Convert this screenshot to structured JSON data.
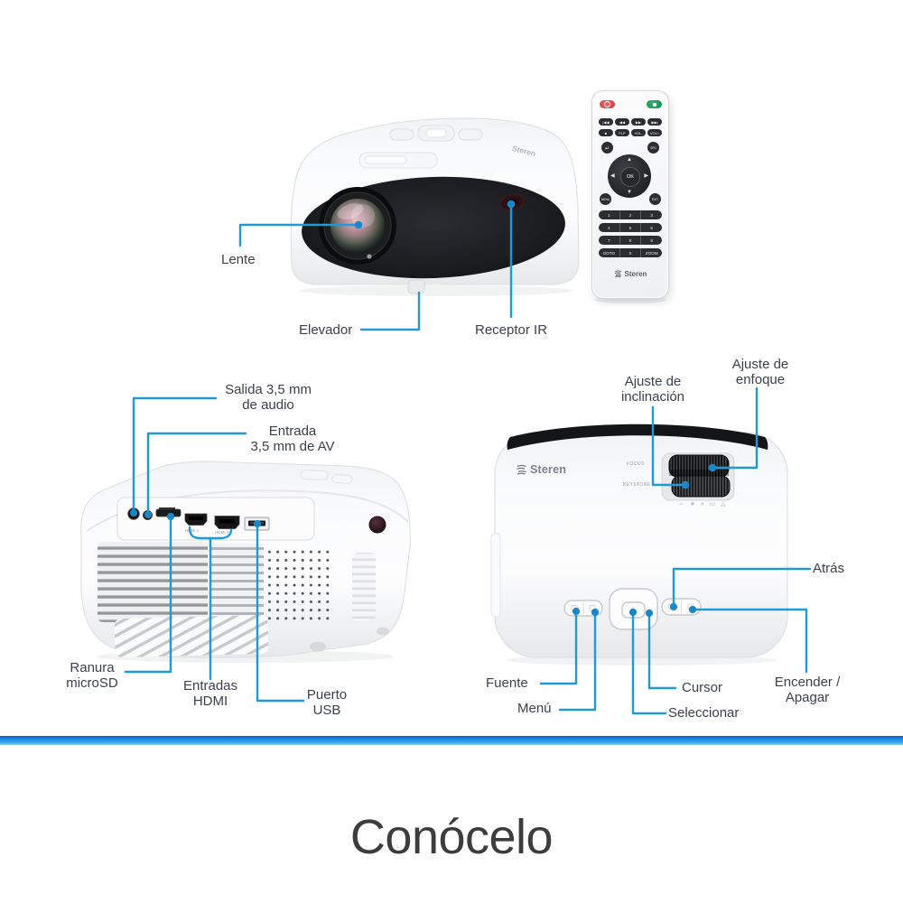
{
  "title": "Conócelo",
  "brand": "Steren",
  "colors": {
    "accent_line": "#1f9ad6",
    "accent_dot": "#1a87c9",
    "bar_blue": "#2196e8",
    "title_color": "#3d3d3d",
    "label_color": "#3b4149"
  },
  "front_view": {
    "lens": "Lente",
    "elevator": "Elevador",
    "ir_receiver": "Receptor IR"
  },
  "rear_view": {
    "audio_out_l1": "Salida 3,5 mm",
    "audio_out_l2": "de audio",
    "av_in_l1": "Entrada",
    "av_in_l2": "3,5 mm de AV",
    "microsd_l1": "Ranura",
    "microsd_l2": "microSD",
    "hdmi_l1": "Entradas",
    "hdmi_l2": "HDMI",
    "usb_l1": "Puerto",
    "usb_l2": "USB",
    "port_markings": {
      "hdmi1": "HDMI 1",
      "hdmi2": "HDMI 2"
    }
  },
  "top_view": {
    "tilt_l1": "Ajuste de",
    "tilt_l2": "inclinación",
    "focus_l1": "Ajuste de",
    "focus_l2": "enfoque",
    "back": "Atrás",
    "source": "Fuente",
    "menu": "Menú",
    "cursor": "Cursor",
    "select": "Seleccionar",
    "power_l1": "Encender /",
    "power_l2": "Apagar",
    "markings": {
      "focus": "FOCUS",
      "keystone": "KEYSTONE",
      "symbols": "⇔ ∗ » ▭ △"
    }
  },
  "remote": {
    "media_row": [
      "|◀◀",
      "◀◀",
      "▶▶",
      "▶▶|"
    ],
    "stop_row": [
      "■",
      "FLP",
      "VOL-",
      "VOL+"
    ],
    "play_pause": "▶‖",
    "source": "SRC",
    "ok": "OK",
    "menu": "MENU",
    "exit": "EXIT",
    "dpad": {
      "up": "▲",
      "right": "▶",
      "down": "▼",
      "left": "◀"
    },
    "digits": [
      [
        "1",
        "2",
        "3"
      ],
      [
        "4",
        "5",
        "6"
      ],
      [
        "7",
        "8",
        "9"
      ],
      [
        "GOTO",
        "0",
        "ZOOM"
      ]
    ]
  }
}
